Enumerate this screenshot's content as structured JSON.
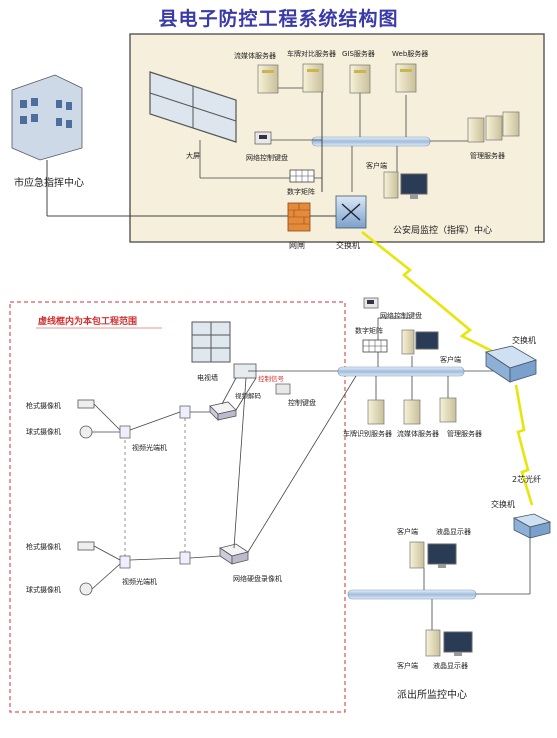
{
  "title": "县电子防控工程系统结构图",
  "labels": {
    "streaming_server": "流媒体服务器",
    "plate_compare_server": "车牌对比服务器",
    "gis_server": "GIS服务器",
    "web_server": "Web服务器",
    "big_screen": "大屏",
    "network_keyboard": "网络控制键盘",
    "digital_matrix": "数字矩阵",
    "client": "客户端",
    "mgmt_server": "管理服务器",
    "city_center": "市应急指挥中心",
    "gateway": "网闸",
    "switch": "交换机",
    "police_center": "公安局监控（指挥）中心",
    "scope_note": "虚线框内为本包工程范围",
    "tv_wall": "电视墙",
    "video_decoder": "视频解码",
    "control_signal": "控制信号",
    "control_keyboard": "控制键盘",
    "network_keyboard_2": "网络控制键盘",
    "digital_matrix_2": "数字矩阵",
    "client_2": "客户端",
    "plate_recognition_server": "车牌识别服务器",
    "streaming_server_2": "流媒体服务器",
    "mgmt_server_2": "管理服务器",
    "switch_2": "交换机",
    "gun_camera_1": "枪式摄像机",
    "dome_camera_1": "球式摄像机",
    "gun_camera_2": "枪式摄像机",
    "dome_camera_2": "球式摄像机",
    "fiber_transceiver_1": "视频光端机",
    "fiber_transceiver_2": "视频光端机",
    "nvr": "网络硬盘录像机",
    "fiber_2core": "2芯光纤",
    "switch_3": "交换机",
    "client_3": "客户端",
    "lcd_1": "液晶显示器",
    "client_4": "客户端",
    "lcd_2": "液晶显示器",
    "station_center": "派出所监控中心"
  },
  "colors": {
    "title": "#3a3aa8",
    "bus": "#b9cfe6",
    "panel_bg": "#f6efdc",
    "scope_red": "#d23030",
    "lightning": "#e6e60a",
    "firewall": "#e58a3a"
  }
}
